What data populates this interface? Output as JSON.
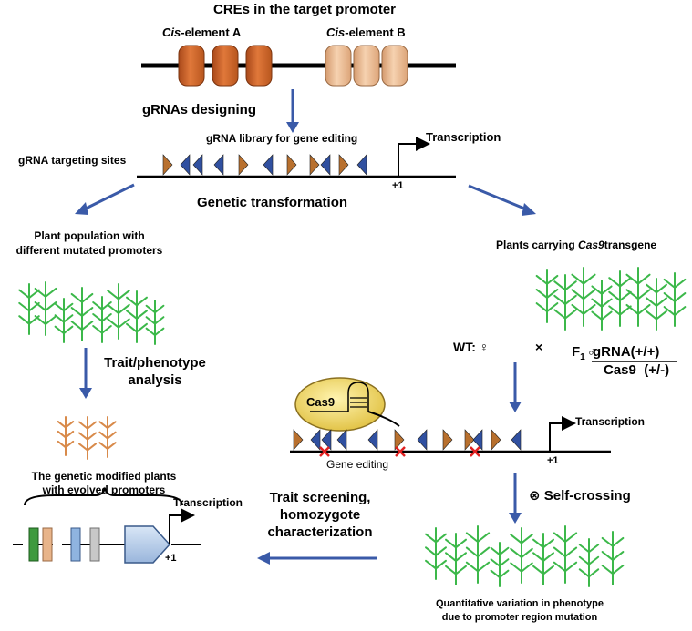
{
  "top": {
    "title": "CREs in the target promoter",
    "cis_a_prefix": "Cis",
    "cis_a_suffix": "-element A",
    "cis_b_prefix": "Cis",
    "cis_b_suffix": "-element B"
  },
  "grna_designing": "gRNAs designing",
  "library": {
    "label": "gRNA library for gene editing",
    "targeting_sites": "gRNA targeting sites",
    "transcription": "Transcription",
    "plus_one": "+1"
  },
  "genetic_transformation": "Genetic transformation",
  "left": {
    "population_line1": "Plant population with",
    "population_line2": "different mutated promoters",
    "trait_line1": "Trait/phenotype",
    "trait_line2": "analysis",
    "modified_line1": "The genetic modified plants",
    "modified_line2": "with evolved promoters",
    "transcription": "Transcription",
    "plus_one": "+1"
  },
  "right": {
    "cas9_plants_prefix": "Plants carrying ",
    "cas9_plants_italic": "Cas9",
    "cas9_plants_suffix": "transgene",
    "wt_label": "WT: ♀",
    "cross": "×",
    "f1_label": "F",
    "f1_sub": "1",
    "f1_male": "♂ :",
    "grna_genotype": "gRNA(+/+)",
    "cas9_genotype": "Cas9  (+/-)",
    "cas9_protein": "Cas9",
    "transcription": "Transcription",
    "plus_one": "+1",
    "gene_editing": "Gene editing",
    "self_crossing": "⊗ Self-crossing",
    "variation_line1": "Quantitative variation in phenotype",
    "variation_line2": "due to promoter region mutation"
  },
  "screening": {
    "line1": "Trait screening,",
    "line2": "homozygote",
    "line3": "characterization"
  },
  "colors": {
    "orange_dark": "#c8622a",
    "orange_light": "#e8b48a",
    "blue_arrow": "#3a5aa8",
    "triangle_blue": "#3050a0",
    "triangle_orange": "#b8702e",
    "plant_green": "#3cb84a",
    "plant_orange": "#d88a4a",
    "cas9_yellow": "#f0d860",
    "red_x": "#e02020"
  }
}
